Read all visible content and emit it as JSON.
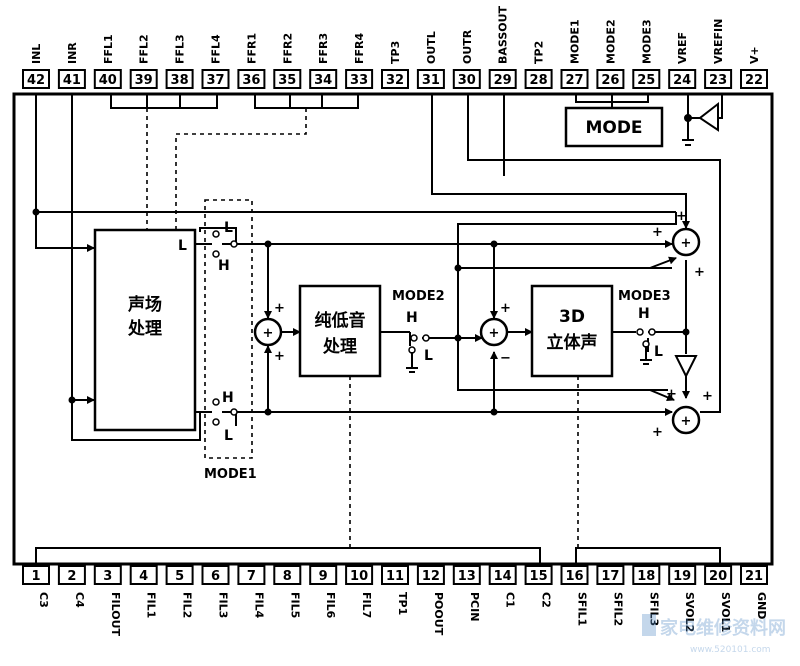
{
  "top_pins": [
    {
      "num": "42",
      "label": "INL"
    },
    {
      "num": "41",
      "label": "INR"
    },
    {
      "num": "40",
      "label": "FFL1"
    },
    {
      "num": "39",
      "label": "FFL2"
    },
    {
      "num": "38",
      "label": "FFL3"
    },
    {
      "num": "37",
      "label": "FFL4"
    },
    {
      "num": "36",
      "label": "FFR1"
    },
    {
      "num": "35",
      "label": "FFR2"
    },
    {
      "num": "34",
      "label": "FFR3"
    },
    {
      "num": "33",
      "label": "FFR4"
    },
    {
      "num": "32",
      "label": "TP3"
    },
    {
      "num": "31",
      "label": "OUTL"
    },
    {
      "num": "30",
      "label": "OUTR"
    },
    {
      "num": "29",
      "label": "BASSOUT"
    },
    {
      "num": "28",
      "label": "TP2"
    },
    {
      "num": "27",
      "label": "MODE1"
    },
    {
      "num": "26",
      "label": "MODE2"
    },
    {
      "num": "25",
      "label": "MODE3"
    },
    {
      "num": "24",
      "label": "VREF"
    },
    {
      "num": "23",
      "label": "VREFIN"
    },
    {
      "num": "22",
      "label": "V+"
    }
  ],
  "bottom_pins": [
    {
      "num": "1",
      "label": "C3"
    },
    {
      "num": "2",
      "label": "C4"
    },
    {
      "num": "3",
      "label": "FILOUT"
    },
    {
      "num": "4",
      "label": "FIL1"
    },
    {
      "num": "5",
      "label": "FIL2"
    },
    {
      "num": "6",
      "label": "FIL3"
    },
    {
      "num": "7",
      "label": "FIL4"
    },
    {
      "num": "8",
      "label": "FIL5"
    },
    {
      "num": "9",
      "label": "FIL6"
    },
    {
      "num": "10",
      "label": "FIL7"
    },
    {
      "num": "11",
      "label": "TP1"
    },
    {
      "num": "12",
      "label": "POOUT"
    },
    {
      "num": "13",
      "label": "PCIN"
    },
    {
      "num": "14",
      "label": "C1"
    },
    {
      "num": "15",
      "label": "C2"
    },
    {
      "num": "16",
      "label": "SFIL1"
    },
    {
      "num": "17",
      "label": "SFIL2"
    },
    {
      "num": "18",
      "label": "SFIL3"
    },
    {
      "num": "19",
      "label": "SVOL2"
    },
    {
      "num": "20",
      "label": "SVOL1"
    },
    {
      "num": "21",
      "label": "GND"
    }
  ],
  "blocks": {
    "sound_field_line1": "声场",
    "sound_field_line2": "处理",
    "bass_line1": "纯低音",
    "bass_line2": "处理",
    "surround_line1": "3D",
    "surround_line2": "立体声",
    "mode_box": "MODE"
  },
  "labels": {
    "mode1": "MODE1",
    "mode2": "MODE2",
    "mode3": "MODE3",
    "L": "L",
    "H": "H",
    "plus": "+",
    "minus": "−",
    "sum": "+"
  },
  "watermark": {
    "text": "家电维修资料网",
    "url": "www.520101.com"
  }
}
